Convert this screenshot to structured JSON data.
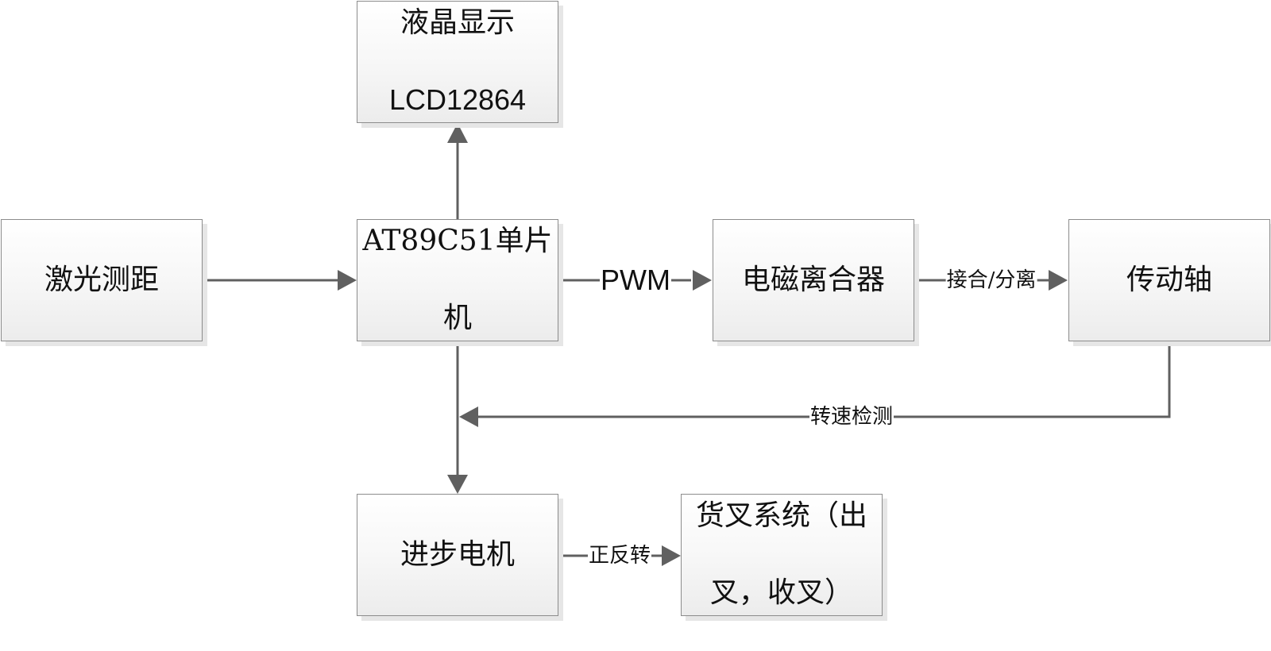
{
  "diagram": {
    "colors": {
      "line": "#606060",
      "block_border": "#8c8c8c",
      "text": "#111111"
    },
    "blocks": {
      "lcd": {
        "line1": "液晶显示",
        "line2": "LCD12864"
      },
      "laser": {
        "label": "激光测距"
      },
      "mcu": {
        "line1": "AT89C51单片",
        "line2": "机"
      },
      "clutch": {
        "label": "电磁离合器"
      },
      "shaft": {
        "label": "传动轴"
      },
      "stepper": {
        "label": "进步电机"
      },
      "fork": {
        "line1": "货叉系统（出",
        "line2": "叉，收叉）"
      }
    },
    "edges": [
      {
        "from": "laser",
        "to": "mcu",
        "label": ""
      },
      {
        "from": "mcu",
        "to": "lcd",
        "label": ""
      },
      {
        "from": "mcu",
        "to": "clutch",
        "label": "PWM"
      },
      {
        "from": "clutch",
        "to": "shaft",
        "label": "接合/分离"
      },
      {
        "from": "shaft",
        "to": "mcu",
        "label": "转速检测"
      },
      {
        "from": "mcu",
        "to": "stepper",
        "label": ""
      },
      {
        "from": "stepper",
        "to": "fork",
        "label": "正反转"
      }
    ]
  }
}
